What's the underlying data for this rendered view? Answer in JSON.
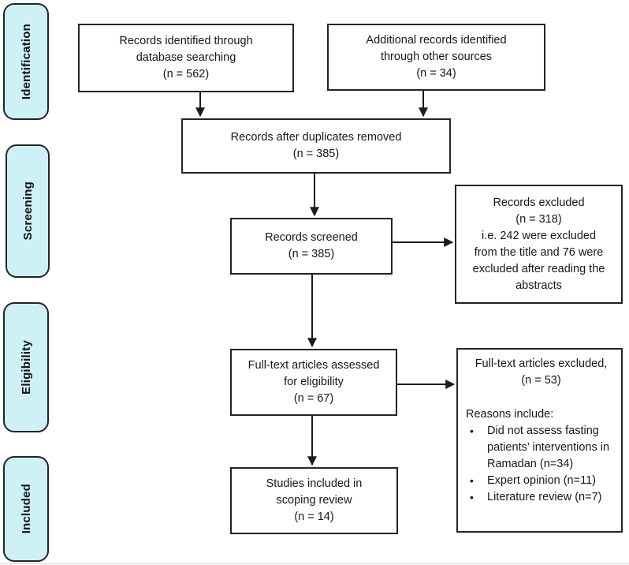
{
  "stages": {
    "identification": "Identification",
    "screening": "Screening",
    "eligibility": "Eligibility",
    "included": "Included"
  },
  "boxes": {
    "records_identified": {
      "lines": [
        "Records identified through",
        "database searching",
        "(n = 562)"
      ]
    },
    "additional_records": {
      "lines": [
        "Additional records identified",
        "through other sources",
        "(n = 34)"
      ]
    },
    "duplicates_removed": {
      "lines": [
        "Records after duplicates removed",
        "(n = 385)"
      ]
    },
    "records_screened": {
      "lines": [
        "Records screened",
        "(n = 385)"
      ]
    },
    "records_excluded": {
      "lines": [
        "Records excluded",
        "(n = 318)",
        "i.e. 242 were excluded",
        "from the title and 76 were",
        "excluded after reading the",
        "abstracts"
      ]
    },
    "fulltext_assessed": {
      "lines": [
        "Full-text articles assessed",
        "for eligibility",
        "(n = 67)"
      ]
    },
    "fulltext_excluded": {
      "heading_lines": [
        "Full-text articles excluded,",
        "(n = 53)"
      ],
      "reasons_label": "Reasons include:",
      "bullet": "•",
      "reasons": [
        "Did not assess fasting patients’ interventions in Ramadan (n=34)",
        "Expert opinion (n=11)",
        "Literature review (n=7)"
      ]
    },
    "studies_included": {
      "lines": [
        "Studies included in",
        "scoping review",
        "(n = 14)"
      ]
    }
  },
  "colors": {
    "stage_fill": "#cef1f8",
    "box_border": "#242424",
    "arrow": "#1c1c1c",
    "text": "#171717",
    "background": "#ffffff"
  }
}
